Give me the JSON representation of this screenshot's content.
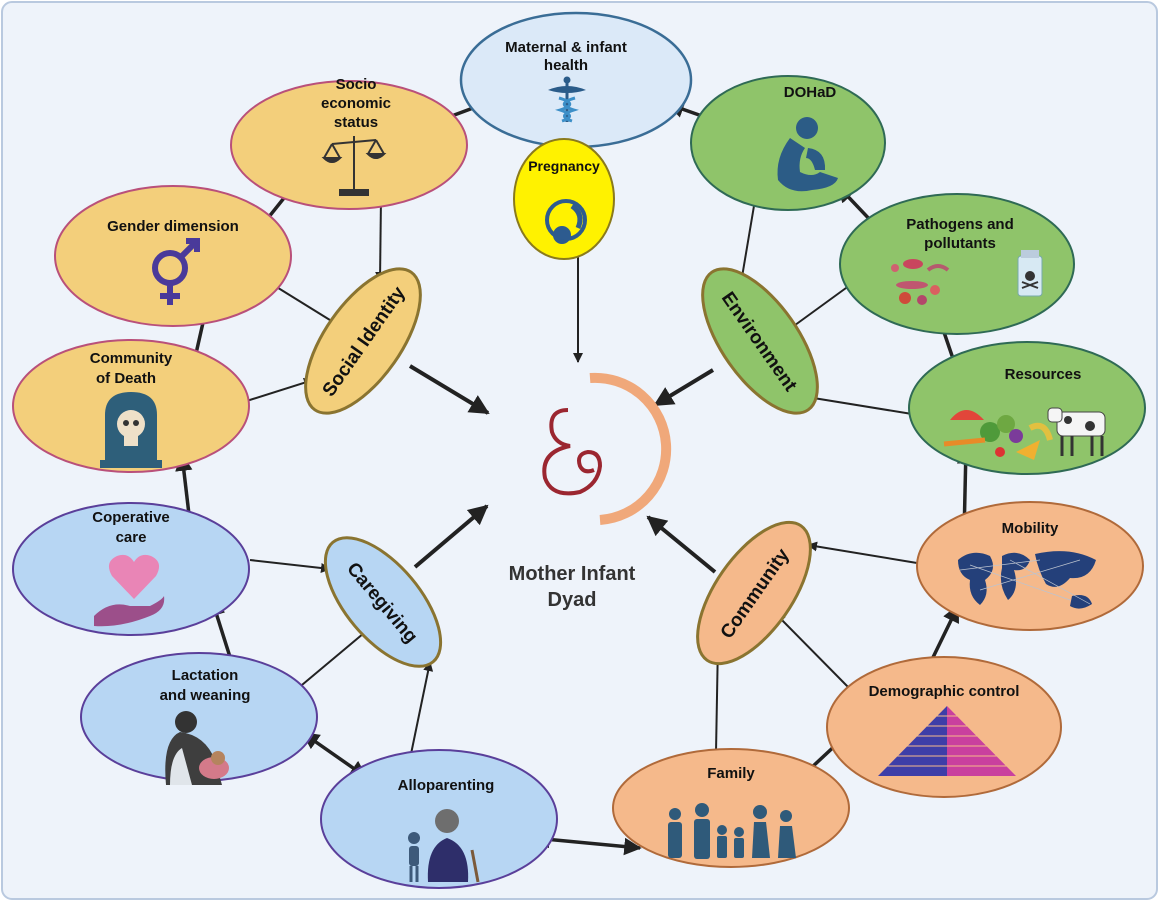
{
  "center": {
    "line1": "Mother Infant",
    "line2": "Dyad"
  },
  "hubs": {
    "social_identity": "Social Identity",
    "environment": "Environment",
    "caregiving": "Caregiving",
    "community": "Community"
  },
  "nodes": {
    "maternal_health": {
      "line1": "Maternal & infant",
      "line2": "health"
    },
    "pregnancy": "Pregnancy",
    "dohad": "DOHaD",
    "socio_economic": {
      "line1": "Socio",
      "line2": "economic",
      "line3": "status"
    },
    "gender": "Gender dimension",
    "community_death": {
      "line1": "Community",
      "line2": "of Death"
    },
    "pathogens": {
      "line1": "Pathogens and",
      "line2": "pollutants"
    },
    "resources": "Resources",
    "cooperative_care": {
      "line1": "Coperative",
      "line2": "care"
    },
    "lactation": {
      "line1": "Lactation",
      "line2": "and weaning"
    },
    "alloparenting": "Alloparenting",
    "mobility": "Mobility",
    "demographic": "Demographic control",
    "family": "Family"
  },
  "colors": {
    "health": "#dbe9f8",
    "social": "#f3cf7b",
    "social_border": "#b9507a",
    "environment": "#8fc46a",
    "environment_border": "#2f6a55",
    "care": "#b7d6f3",
    "care_border": "#5a3f9a",
    "community": "#f5b98b",
    "community_border": "#b06a3a",
    "pregnancy": "#fff200",
    "hub_border": "#8a7430"
  }
}
